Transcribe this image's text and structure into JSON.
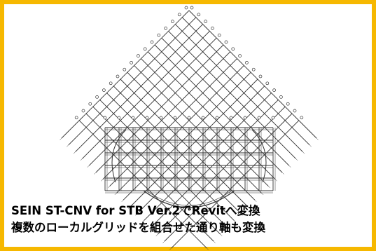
{
  "caption": {
    "line1": "SEIN ST-CNV for STB Ver.2でRevitへ変換",
    "line2": "複数のローカルグリッドを組合せた通り軸も変換"
  },
  "colors": {
    "frame": "#f6b800",
    "background": "#ffffff",
    "linework": "#333333",
    "caption_text": "#000000"
  },
  "drawing": {
    "description_icon": "structural-framing-plan"
  }
}
